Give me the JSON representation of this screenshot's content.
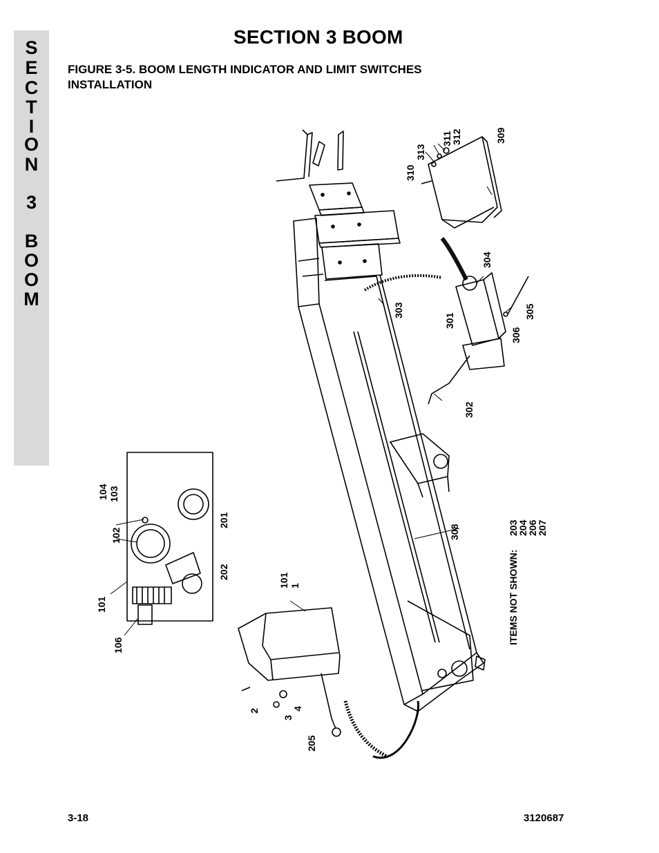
{
  "side_tab": {
    "letters": [
      "S",
      "E",
      "C",
      "T",
      "I",
      "O",
      "N",
      "3",
      "B",
      "O",
      "O",
      "M"
    ]
  },
  "header": {
    "section_title": "SECTION 3  BOOM",
    "figure_caption_line1": "FIGURE 3-5.    BOOM LENGTH INDICATOR AND LIMIT SWITCHES",
    "figure_caption_line2": "INSTALLATION"
  },
  "callouts": {
    "c309": "309",
    "c312": "312",
    "c311": "311",
    "c313": "313",
    "c310": "310",
    "c304": "304",
    "c303": "303",
    "c301": "301",
    "c306": "306",
    "c305": "305",
    "c302": "302",
    "c308": "308",
    "c104": "104",
    "c103": "103",
    "c102": "102",
    "c201": "201",
    "c202": "202",
    "c101a": "101",
    "c106": "106",
    "c101b": "101",
    "c1": "1",
    "c2": "2",
    "c3": "3",
    "c4": "4",
    "c205": "205",
    "items_not_shown_label": "ITEMS NOT SHOWN:",
    "c203": "203",
    "c204": "204",
    "c206": "206",
    "c207": "207"
  },
  "footer": {
    "page_number": "3-18",
    "doc_number": "3120687"
  }
}
